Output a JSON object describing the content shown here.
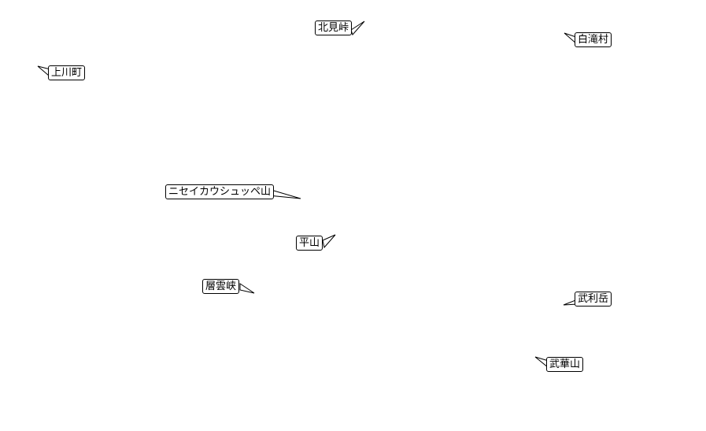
{
  "map": {
    "labels": [
      {
        "id": "kitamitoge",
        "text": "北見峠"
      },
      {
        "id": "shirataki",
        "text": "白滝村"
      },
      {
        "id": "kamikawa",
        "text": "上川町"
      },
      {
        "id": "niseikaushuppe",
        "text": "ニセイカウシュッペ山"
      },
      {
        "id": "hirayama",
        "text": "平山"
      },
      {
        "id": "sounkyo",
        "text": "層雲峡"
      },
      {
        "id": "murishidake",
        "text": "武利岳"
      },
      {
        "id": "mukayama",
        "text": "武華山"
      }
    ]
  }
}
